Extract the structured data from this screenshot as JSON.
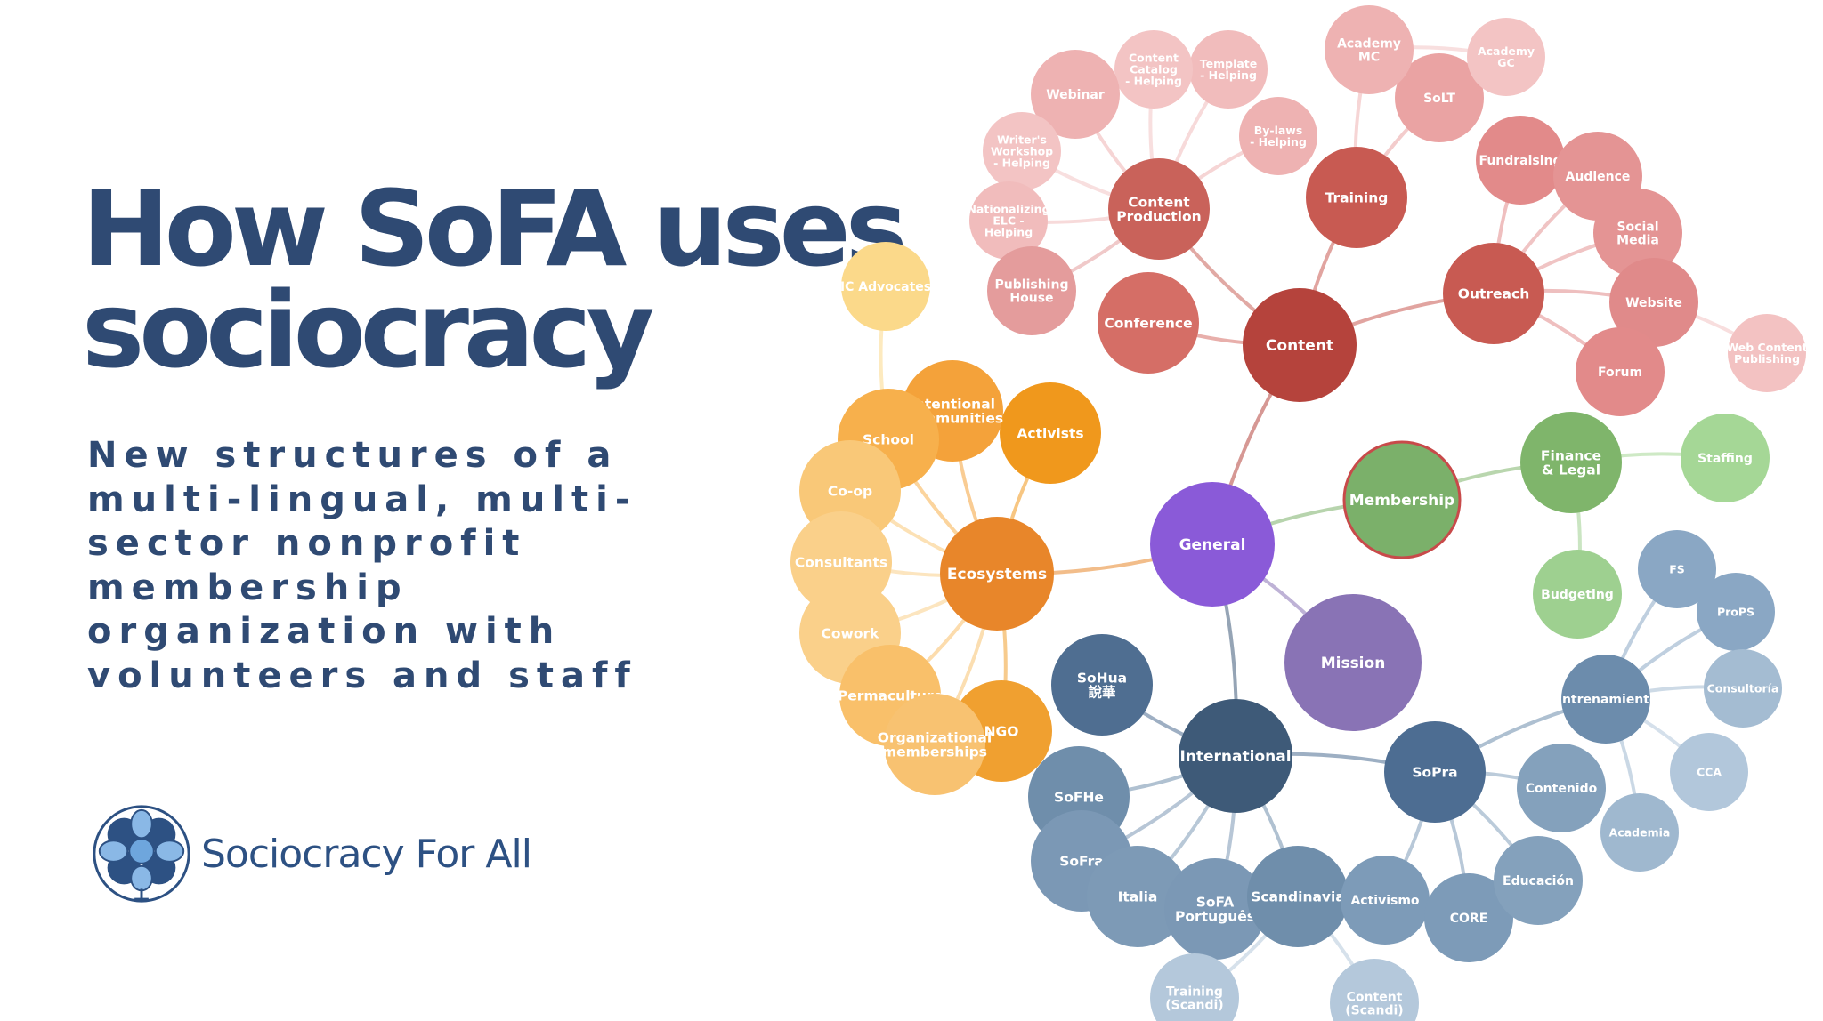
{
  "slide": {
    "title_lines": [
      "How SoFA uses",
      "sociocracy"
    ],
    "subtitle": "New structures of a multi-lingual, multi-sector nonprofit membership organization with volunteers and staff",
    "logo_text": "Sociocracy For All",
    "logo_icon": "sofa-flower-logo"
  },
  "colors": {
    "title": "#2f4a73",
    "content_red": "#b5433c",
    "content_light": "#e9a8a8",
    "ecosystems_orange": "#e8862a",
    "ecosystems_light": "#f7cd85",
    "membership_green": "#7bb06a",
    "general_purple": "#8a5ad8",
    "mission_purple": "#8973b5",
    "international_blue": "#3e5a78",
    "international_light": "#a9c0d6"
  },
  "circles": [
    {
      "id": "general",
      "label": "General",
      "fill": "#8a5ad8",
      "r": 70
    },
    {
      "id": "mission",
      "label": "Mission",
      "fill": "#8973b5",
      "r": 77
    },
    {
      "id": "membership",
      "label": "Membership",
      "fill": "#7bb06a",
      "stroke": "#c84a4a",
      "r": 65
    },
    {
      "id": "finance",
      "label": "Finance\n& Legal",
      "fill": "#7fb56b",
      "r": 57
    },
    {
      "id": "staffing",
      "label": "Staffing",
      "fill": "#a5d796",
      "r": 50
    },
    {
      "id": "budgeting",
      "label": "Budgeting",
      "fill": "#9ed090",
      "r": 50
    },
    {
      "id": "content",
      "label": "Content",
      "fill": "#b5433c",
      "r": 64
    },
    {
      "id": "training",
      "label": "Training",
      "fill": "#c85a52",
      "r": 57
    },
    {
      "id": "outreach",
      "label": "Outreach",
      "fill": "#c85a52",
      "r": 57
    },
    {
      "id": "content_production",
      "label": "Content\nProduction",
      "fill": "#c9625a",
      "r": 57
    },
    {
      "id": "conference",
      "label": "Conference",
      "fill": "#d56e66",
      "r": 57
    },
    {
      "id": "fundraising",
      "label": "Fundraising",
      "fill": "#e28a8a",
      "r": 50
    },
    {
      "id": "audience",
      "label": "Audience",
      "fill": "#e49494",
      "r": 50
    },
    {
      "id": "social_media",
      "label": "Social\nMedia",
      "fill": "#e49494",
      "r": 50
    },
    {
      "id": "website",
      "label": "Website",
      "fill": "#e08a8a",
      "r": 50
    },
    {
      "id": "forum",
      "label": "Forum",
      "fill": "#e28a8a",
      "r": 50
    },
    {
      "id": "web_content",
      "label": "Web Content\nPublishing",
      "fill": "#f3c2c2",
      "r": 44
    },
    {
      "id": "soLT",
      "label": "SoLT",
      "fill": "#eaa3a3",
      "r": 50
    },
    {
      "id": "academy_mc",
      "label": "Academy\nMC",
      "fill": "#eeb2b2",
      "r": 50
    },
    {
      "id": "academy_gc",
      "label": "Academy\nGC",
      "fill": "#f3c4c4",
      "r": 44
    },
    {
      "id": "by_laws",
      "label": "By-laws\n- Helping",
      "fill": "#eeb2b2",
      "r": 44
    },
    {
      "id": "template",
      "label": "Template\n- Helping",
      "fill": "#f1bcbc",
      "r": 44
    },
    {
      "id": "content_catalog",
      "label": "Content\nCatalog\n- Helping",
      "fill": "#f3c4c4",
      "r": 44
    },
    {
      "id": "webinar",
      "label": "Webinar",
      "fill": "#eeb2b2",
      "r": 50
    },
    {
      "id": "writers",
      "label": "Writer's\nWorkshop\n- Helping",
      "fill": "#f3c4c4",
      "r": 44
    },
    {
      "id": "nationalizing",
      "label": "Nationalizing\nELC -\nHelping",
      "fill": "#f1bcbc",
      "r": 44
    },
    {
      "id": "publishing_house",
      "label": "Publishing\nHouse",
      "fill": "#e49c9c",
      "r": 50
    },
    {
      "id": "ecosystems",
      "label": "Ecosystems",
      "fill": "#e8862a",
      "r": 64
    },
    {
      "id": "activists",
      "label": "Activists",
      "fill": "#f0981c",
      "r": 57
    },
    {
      "id": "ngo",
      "label": "NGO",
      "fill": "#f0a030",
      "r": 57
    },
    {
      "id": "ic_advocates",
      "label": "IC Advocates",
      "fill": "#fbd98a",
      "r": 50
    },
    {
      "id": "intentional",
      "label": "Intentional\nCommunities",
      "fill": "#f4a23a",
      "r": 57
    },
    {
      "id": "school",
      "label": "School",
      "fill": "#f7b04c",
      "r": 57
    },
    {
      "id": "coop",
      "label": "Co-op",
      "fill": "#f9c878",
      "r": 57
    },
    {
      "id": "consultants",
      "label": "Consultants",
      "fill": "#fad08a",
      "r": 57
    },
    {
      "id": "cowork",
      "label": "Cowork",
      "fill": "#fad08a",
      "r": 57
    },
    {
      "id": "permaculture",
      "label": "Permaculture",
      "fill": "#f9c06a",
      "r": 57
    },
    {
      "id": "org_memberships",
      "label": "Organizational\nmemberships",
      "fill": "#f8c271",
      "r": 57
    },
    {
      "id": "international",
      "label": "International",
      "fill": "#3e5a78",
      "r": 64
    },
    {
      "id": "sopra",
      "label": "SoPra",
      "fill": "#4d6d92",
      "r": 57
    },
    {
      "id": "sohua",
      "label": "SoHua\n說華",
      "fill": "#4f6e91",
      "r": 57
    },
    {
      "id": "sofhe",
      "label": "SoFHe",
      "fill": "#6f8eab",
      "r": 57
    },
    {
      "id": "sofra",
      "label": "SoFra",
      "fill": "#7b98b5",
      "r": 57
    },
    {
      "id": "italia",
      "label": "Italia",
      "fill": "#7d9ab6",
      "r": 57
    },
    {
      "id": "sofa_portugues",
      "label": "SoFA\nPortuguês",
      "fill": "#7b98b5",
      "r": 57
    },
    {
      "id": "scandinavia",
      "label": "Scandinavia",
      "fill": "#6f8eab",
      "r": 57
    },
    {
      "id": "training_scandi",
      "label": "Training\n(Scandi)",
      "fill": "#b4c8db",
      "r": 50
    },
    {
      "id": "content_scandi",
      "label": "Content\n(Scandi)",
      "fill": "#b4c8db",
      "r": 50
    },
    {
      "id": "activismo",
      "label": "Activismo",
      "fill": "#7d9bb8",
      "r": 50
    },
    {
      "id": "core",
      "label": "CORE",
      "fill": "#7d9bb8",
      "r": 50
    },
    {
      "id": "educacion",
      "label": "Educación",
      "fill": "#84a1bc",
      "r": 50
    },
    {
      "id": "contenido",
      "label": "Contenido",
      "fill": "#84a1bc",
      "r": 50
    },
    {
      "id": "entrenamiento",
      "label": "Entrenamiento",
      "fill": "#6c8cac",
      "r": 50
    },
    {
      "id": "fs",
      "label": "FS",
      "fill": "#8aa7c4",
      "r": 44
    },
    {
      "id": "props",
      "label": "ProPS",
      "fill": "#8aa7c4",
      "r": 44
    },
    {
      "id": "consultoria",
      "label": "Consultoría",
      "fill": "#a4bcd2",
      "r": 44
    },
    {
      "id": "cca",
      "label": "CCA",
      "fill": "#b2c7db",
      "r": 44
    },
    {
      "id": "academia",
      "label": "Academia",
      "fill": "#9fb8cf",
      "r": 44
    }
  ],
  "links": [
    [
      "general",
      "content"
    ],
    [
      "general",
      "membership"
    ],
    [
      "general",
      "mission"
    ],
    [
      "general",
      "ecosystems"
    ],
    [
      "general",
      "international"
    ],
    [
      "membership",
      "finance"
    ],
    [
      "finance",
      "staffing"
    ],
    [
      "finance",
      "budgeting"
    ],
    [
      "content",
      "training"
    ],
    [
      "content",
      "outreach"
    ],
    [
      "content",
      "content_production"
    ],
    [
      "content",
      "conference"
    ],
    [
      "outreach",
      "fundraising"
    ],
    [
      "outreach",
      "audience"
    ],
    [
      "outreach",
      "social_media"
    ],
    [
      "outreach",
      "website"
    ],
    [
      "outreach",
      "forum"
    ],
    [
      "website",
      "web_content"
    ],
    [
      "training",
      "soLT"
    ],
    [
      "training",
      "academy_mc"
    ],
    [
      "soLT",
      "academy_gc"
    ],
    [
      "academy_mc",
      "academy_gc"
    ],
    [
      "content_production",
      "by_laws"
    ],
    [
      "content_production",
      "template"
    ],
    [
      "content_production",
      "content_catalog"
    ],
    [
      "content_production",
      "webinar"
    ],
    [
      "content_production",
      "writers"
    ],
    [
      "content_production",
      "nationalizing"
    ],
    [
      "content_production",
      "publishing_house"
    ],
    [
      "ecosystems",
      "activists"
    ],
    [
      "ecosystems",
      "ngo"
    ],
    [
      "ecosystems",
      "intentional"
    ],
    [
      "ecosystems",
      "school"
    ],
    [
      "ecosystems",
      "coop"
    ],
    [
      "ecosystems",
      "consultants"
    ],
    [
      "ecosystems",
      "cowork"
    ],
    [
      "ecosystems",
      "permaculture"
    ],
    [
      "ecosystems",
      "org_memberships"
    ],
    [
      "school",
      "ic_advocates"
    ],
    [
      "international",
      "sopra"
    ],
    [
      "international",
      "sohua"
    ],
    [
      "international",
      "sofhe"
    ],
    [
      "international",
      "sofra"
    ],
    [
      "international",
      "italia"
    ],
    [
      "international",
      "sofa_portugues"
    ],
    [
      "international",
      "scandinavia"
    ],
    [
      "scandinavia",
      "training_scandi"
    ],
    [
      "scandinavia",
      "content_scandi"
    ],
    [
      "sopra",
      "activismo"
    ],
    [
      "sopra",
      "core"
    ],
    [
      "sopra",
      "educacion"
    ],
    [
      "sopra",
      "contenido"
    ],
    [
      "sopra",
      "entrenamiento"
    ],
    [
      "entrenamiento",
      "fs"
    ],
    [
      "entrenamiento",
      "props"
    ],
    [
      "entrenamiento",
      "consultoria"
    ],
    [
      "entrenamiento",
      "cca"
    ],
    [
      "entrenamiento",
      "academia"
    ]
  ]
}
